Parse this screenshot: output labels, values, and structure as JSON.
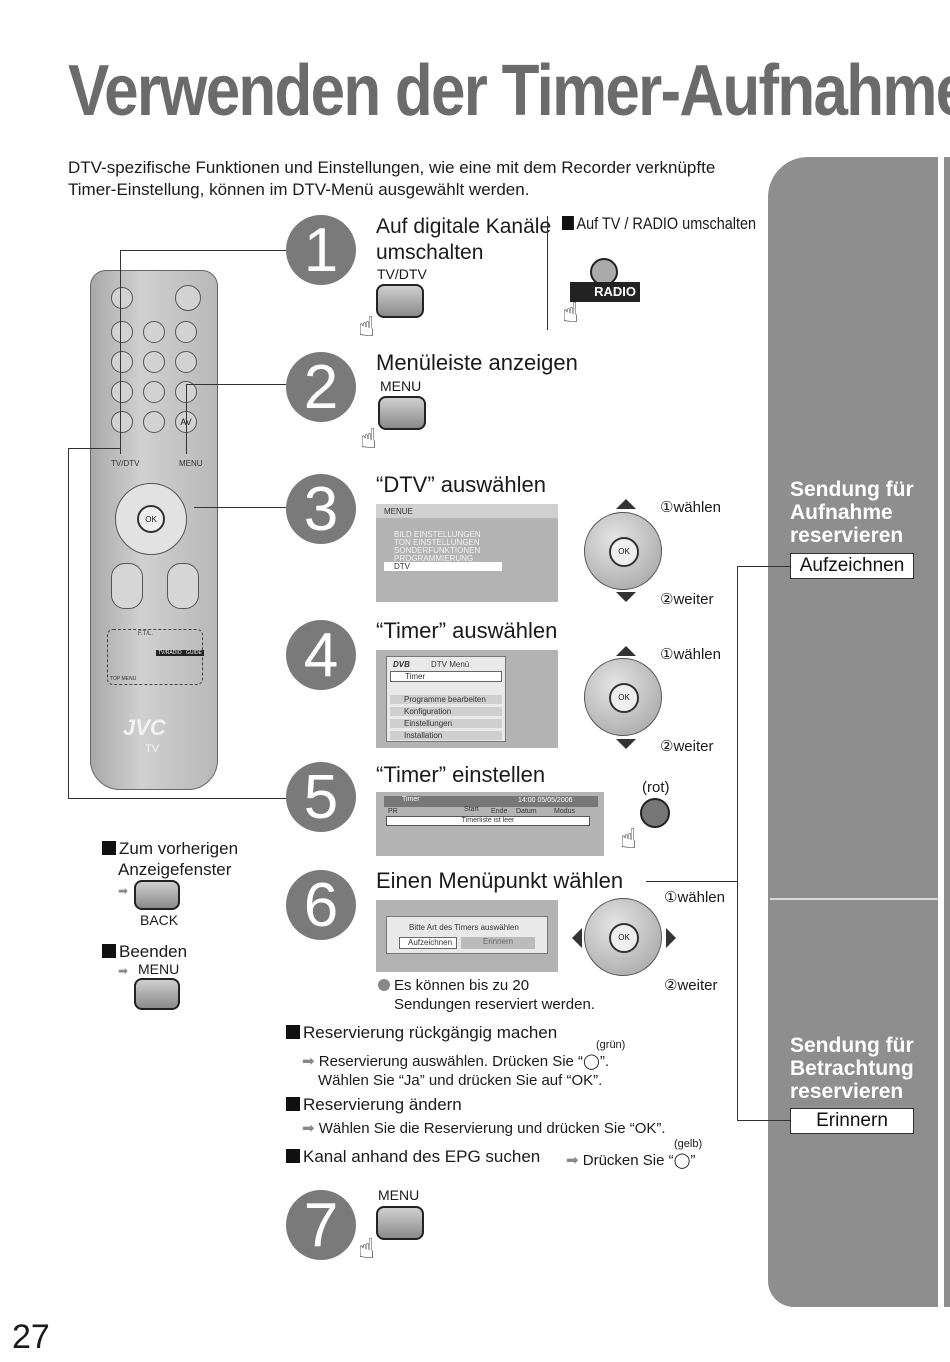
{
  "title": "Verwenden der Timer-Aufnahme",
  "intro": "DTV-spezifische Funktionen und Einstellungen, wie eine mit dem Recorder verknüpfte Timer-Einstellung, können im DTV-Menü ausgewählt werden.",
  "sidebar": {
    "record_heading": [
      "Sendung für",
      "Aufnahme",
      "reservieren"
    ],
    "record_box": "Aufzeichnen",
    "view_heading": [
      "Sendung für",
      "Betrachtung",
      "reservieren"
    ],
    "view_box": "Erinnern"
  },
  "steps": [
    {
      "number": "1",
      "title": [
        "Auf digitale Kanäle",
        "umschalten"
      ],
      "button": "TV/DTV",
      "aside": "Auf TV / RADIO umschalten",
      "aside_label": "RADIO"
    },
    {
      "number": "2",
      "title": "Menüleiste anzeigen",
      "button": "MENU"
    },
    {
      "number": "3",
      "title": "“DTV” auswählen",
      "select": "①wählen",
      "confirm": "②weiter",
      "screen": {
        "header": "MENUE",
        "items": [
          "BILD EINSTELLUNGEN",
          "TON EINSTELLUNGEN",
          "SONDERFUNKTIONEN",
          "PROGRAMMIERUNG",
          "DTV"
        ]
      }
    },
    {
      "number": "4",
      "title": "“Timer” auswählen",
      "select": "①wählen",
      "confirm": "②weiter",
      "screen": {
        "logo": "DVB",
        "header": "DTV Menü",
        "items": [
          "Timer",
          "Programme bearbeiten",
          "Konfiguration",
          "Einstellungen",
          "Installation"
        ]
      }
    },
    {
      "number": "5",
      "title": "“Timer” einstellen",
      "button_note": "(rot)",
      "screen": {
        "header": "Timer",
        "time": "14:00  05/05/2006",
        "cols": [
          "PR",
          "Start",
          "Ende",
          "Datum",
          "Modus"
        ],
        "empty": "Timerliste ist leer"
      }
    },
    {
      "number": "6",
      "title": "Einen Menüpunkt wählen",
      "select": "①wählen",
      "confirm": "②weiter",
      "screen": {
        "prompt": "Bitte Art des Timers auswählen",
        "options": [
          "Aufzeichnen",
          "Erinnern"
        ]
      },
      "note": [
        "Es können bis zu 20",
        "Sendungen reserviert werden."
      ]
    },
    {
      "number": "7",
      "button": "MENU"
    }
  ],
  "left_notes": {
    "previous": [
      "Zum vorherigen",
      "Anzeigefenster"
    ],
    "back_label": "BACK",
    "exit": "Beenden",
    "exit_label": "MENU"
  },
  "remote": {
    "brand": "JVC",
    "tv_label": "TV",
    "labels": [
      "TV/DTV",
      "MENU",
      "OK",
      "AV",
      "F.T/L.",
      "TV/RADIO",
      "GUIDE",
      "TOP MENU"
    ]
  },
  "extra": [
    {
      "heading": "Reservierung rückgängig machen",
      "color_note": "(grün)",
      "lines": [
        "Reservierung auswählen. Drücken Sie “◯”.",
        "Wählen Sie “Ja” und drücken Sie auf “OK”."
      ]
    },
    {
      "heading": "Reservierung ändern",
      "lines": [
        "Wählen Sie die Reservierung und drücken Sie “OK”."
      ]
    },
    {
      "heading": "Kanal anhand des EPG suchen",
      "color_note": "(gelb)",
      "lines": [
        "Drücken Sie “◯”"
      ]
    }
  ],
  "page_number": "27"
}
